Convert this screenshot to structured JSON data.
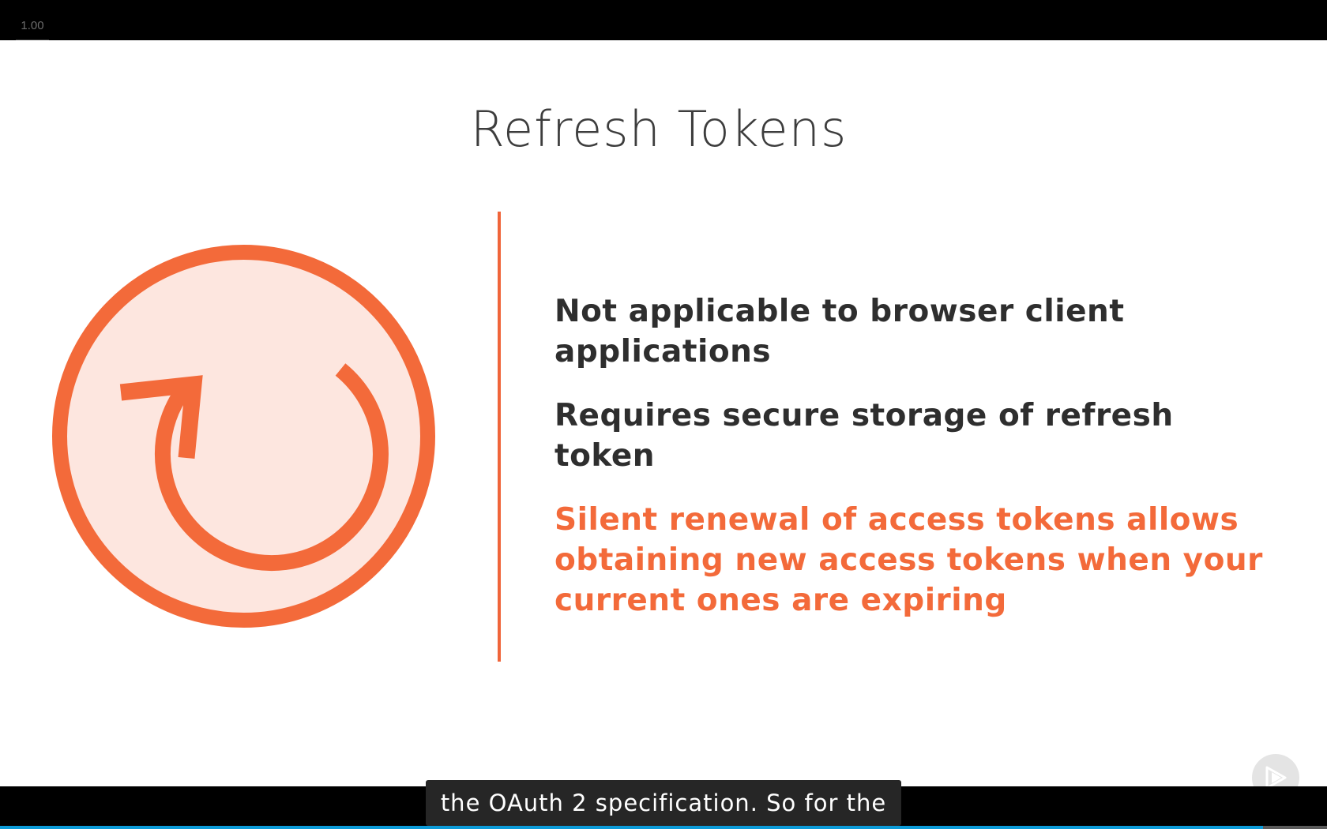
{
  "player": {
    "speed_label": "1.00",
    "progress_fraction": 0.952,
    "caption": "the OAuth 2 specification. So for the"
  },
  "slide": {
    "title": "Refresh Tokens",
    "icon": "refresh-circle-icon",
    "bullets": [
      {
        "text": "Not applicable to browser client applications",
        "highlight": false
      },
      {
        "text": "Requires secure storage of refresh token",
        "highlight": false
      },
      {
        "text": "Silent renewal of access tokens allows obtaining new access tokens when your current ones are expiring",
        "highlight": true
      }
    ]
  },
  "colors": {
    "accent": "#f36a3a",
    "icon_fill": "#fde6df",
    "progress": "#0c9bd8"
  },
  "controls": {
    "next_icon": "play-next-icon"
  }
}
